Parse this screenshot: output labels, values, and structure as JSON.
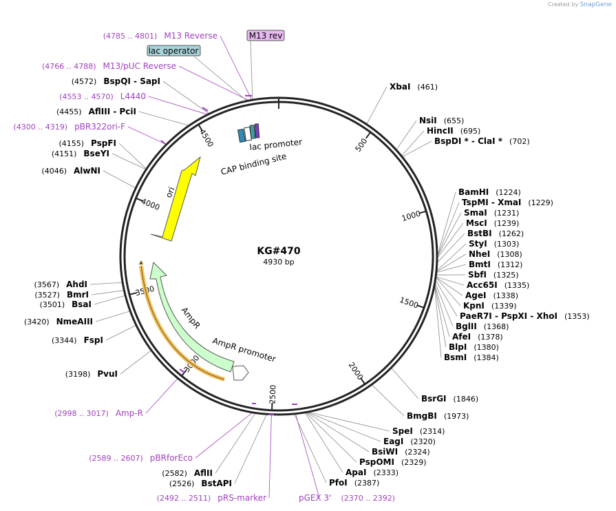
{
  "brand": {
    "created_by": "Created by",
    "name": "SnapGene"
  },
  "plasmid": {
    "name": "KG#470",
    "size_label": "4930 bp",
    "length": 4930
  },
  "ticks": [
    "500",
    "1000",
    "1500",
    "2000",
    "2500",
    "3000",
    "3500",
    "4000",
    "4500"
  ],
  "features": [
    {
      "label": "ori",
      "kind": "ori"
    },
    {
      "label": "AmpR",
      "kind": "gene"
    },
    {
      "label": "AmpR promoter",
      "kind": "promoter"
    },
    {
      "label": "lac promoter",
      "kind": "promoter"
    },
    {
      "label": "CAP binding site",
      "kind": "site"
    }
  ],
  "feature_boxes": [
    {
      "text": "M13 rev",
      "color": "#e8b8f0"
    },
    {
      "text": "lac operator",
      "color": "#a8d4dc"
    }
  ],
  "primers": [
    {
      "range": "(4785 .. 4801)",
      "name": "M13 Reverse"
    },
    {
      "range": "(4766 .. 4788)",
      "name": "M13/pUC Reverse"
    },
    {
      "range": "(4553 .. 4570)",
      "name": "L4440"
    },
    {
      "range": "(4300 .. 4319)",
      "name": "pBR322ori-F"
    },
    {
      "range": "(2998 .. 3017)",
      "name": "Amp-R"
    },
    {
      "range": "(2589 .. 2607)",
      "name": "pBRforEco"
    },
    {
      "range": "(2492 .. 2511)",
      "name": "pRS-marker"
    },
    {
      "range": "(2370 .. 2392)",
      "name": "pGEX 3'"
    }
  ],
  "sites_right": [
    {
      "name": "XbaI",
      "pos": "(461)"
    },
    {
      "name": "NsiI",
      "pos": "(655)"
    },
    {
      "name": "HincII",
      "pos": "(695)"
    },
    {
      "name": "BspDI *  -  ClaI *",
      "pos": "(702)"
    },
    {
      "name": "BamHI",
      "pos": "(1224)"
    },
    {
      "name": "TspMI  -  XmaI",
      "pos": "(1229)"
    },
    {
      "name": "SmaI",
      "pos": "(1231)"
    },
    {
      "name": "MscI",
      "pos": "(1239)"
    },
    {
      "name": "BstBI",
      "pos": "(1262)"
    },
    {
      "name": "StyI",
      "pos": "(1303)"
    },
    {
      "name": "NheI",
      "pos": "(1308)"
    },
    {
      "name": "BmtI",
      "pos": "(1312)"
    },
    {
      "name": "SbfI",
      "pos": "(1325)"
    },
    {
      "name": "Acc65I",
      "pos": "(1335)"
    },
    {
      "name": "AgeI",
      "pos": "(1338)"
    },
    {
      "name": "KpnI",
      "pos": "(1339)"
    },
    {
      "name": "PaeR7I  -  PspXI  -  XhoI",
      "pos": "(1353)"
    },
    {
      "name": "BglII",
      "pos": "(1368)"
    },
    {
      "name": "AfeI",
      "pos": "(1378)"
    },
    {
      "name": "BlpI",
      "pos": "(1380)"
    },
    {
      "name": "BsmI",
      "pos": "(1384)"
    },
    {
      "name": "BsrGI",
      "pos": "(1846)"
    },
    {
      "name": "BmgBI",
      "pos": "(1973)"
    },
    {
      "name": "SpeI",
      "pos": "(2314)"
    },
    {
      "name": "EagI",
      "pos": "(2320)"
    },
    {
      "name": "BsiWI",
      "pos": "(2324)"
    },
    {
      "name": "PspOMI",
      "pos": "(2329)"
    },
    {
      "name": "ApaI",
      "pos": "(2333)"
    },
    {
      "name": "PfoI",
      "pos": "(2387)"
    }
  ],
  "sites_left": [
    {
      "pos": "(4572)",
      "name": "BspQI  -  SapI"
    },
    {
      "pos": "(4455)",
      "name": "AflIII  -  PciI"
    },
    {
      "pos": "(4155)",
      "name": "PspFI"
    },
    {
      "pos": "(4151)",
      "name": "BseYI"
    },
    {
      "pos": "(4046)",
      "name": "AlwNI"
    },
    {
      "pos": "(3567)",
      "name": "AhdI"
    },
    {
      "pos": "(3527)",
      "name": "BmrI"
    },
    {
      "pos": "(3501)",
      "name": "BsaI"
    },
    {
      "pos": "(3420)",
      "name": "NmeAIII"
    },
    {
      "pos": "(3344)",
      "name": "FspI"
    },
    {
      "pos": "(3198)",
      "name": "PvuI"
    },
    {
      "pos": "(2582)",
      "name": "AflII"
    },
    {
      "pos": "(2526)",
      "name": "BstAPI"
    }
  ],
  "colors": {
    "primer": "#a040c0",
    "ori": "#ffff00",
    "ampr": "#ccffcc",
    "primer_bar": "#f0c060",
    "backbone": "#222222"
  }
}
